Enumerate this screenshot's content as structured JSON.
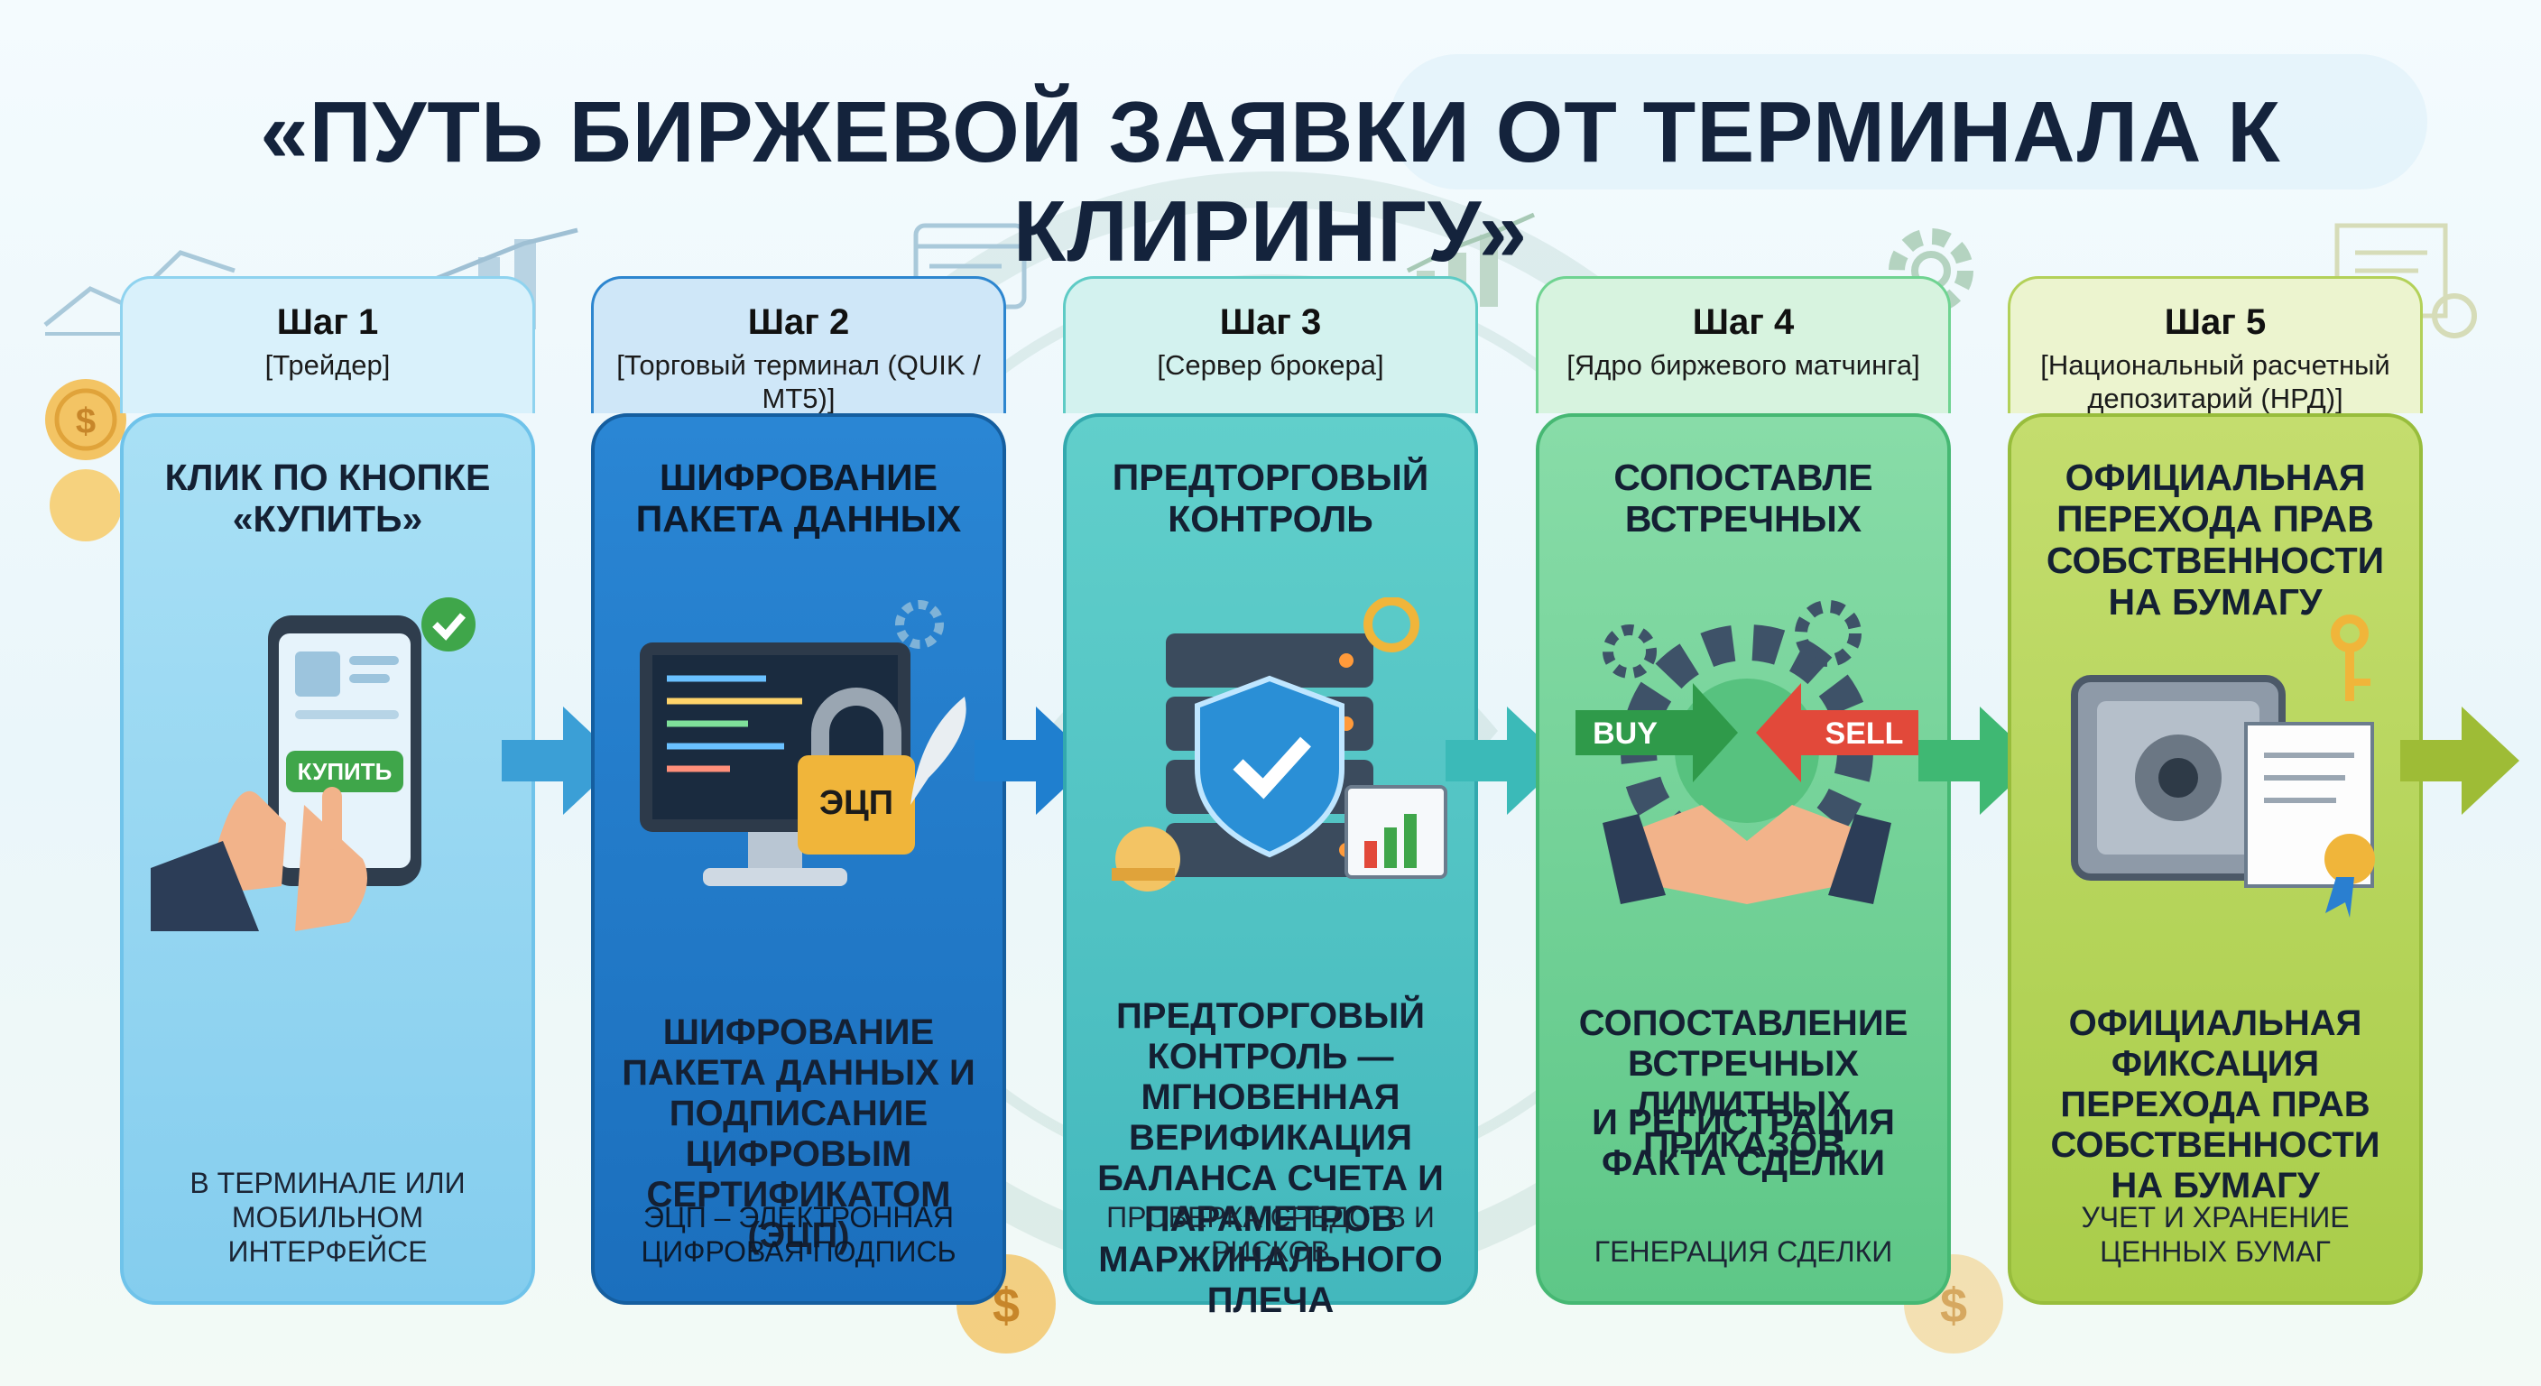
{
  "title": "«ПУТЬ БИРЖЕВОЙ ЗАЯВКИ ОТ ТЕРМИНАЛА К КЛИРИНГУ»",
  "colors": {
    "step1": "#9fdcf3",
    "step2": "#1f7fcf",
    "step3": "#52c7c4",
    "step4": "#7fd8a0",
    "step5": "#b9d65a",
    "title_text": "#14233c"
  },
  "steps": [
    {
      "number": "Шаг 1",
      "role": "[Трейдер]",
      "heading": "КЛИК ПО КНОПКЕ «КУПИТЬ»",
      "description": "",
      "note": "В ТЕРМИНАЛЕ ИЛИ МОБИЛЬНОМ ИНТЕРФЕЙСЕ",
      "icon": "phone-buy-icon",
      "button_label": "КУПИТЬ"
    },
    {
      "number": "Шаг 2",
      "role": "[Торговый терминал (QUIK / MT5)]",
      "heading": "ШИФРОВАНИЕ ПАКЕТА ДАННЫХ",
      "description": "ШИФРОВАНИЕ ПАКЕТА ДАННЫХ И ПОДПИСАНИЕ ЦИФРОВЫМ СЕРТИФИКАТОМ (ЭЦП)",
      "note": "ЭЦП – ЭЛЕКТРОННАЯ ЦИФРОВАЯ ПОДПИСЬ",
      "icon": "monitor-lock-icon",
      "badge_label": "ЭЦП"
    },
    {
      "number": "Шаг 3",
      "role": "[Сервер брокера]",
      "heading": "ПРЕДТОРГОВЫЙ КОНТРОЛЬ",
      "description": "ПРЕДТОРГОВЫЙ КОНТРОЛЬ — МГНОВЕННАЯ ВЕРИФИКАЦИЯ БАЛАНСА СЧЕТА И ПАРАМЕТРОВ МАРЖИНАЛЬНОГО ПЛЕЧА",
      "note": "ПРОВЕРКА СРЕДСТВ И РИСКОВ",
      "icon": "server-shield-icon"
    },
    {
      "number": "Шаг 4",
      "role": "[Ядро биржевого матчинга]",
      "heading": "СОПОСТАВЛЕ ВСТРЕЧНЫХ",
      "description_lines": [
        "СОПОСТАВЛЕНИЕ ВСТРЕЧНЫХ ЛИМИТНЫХ ПРИКАЗОВ",
        "И РЕГИСТРАЦИЯ ФАКТА СДЕЛКИ"
      ],
      "note": "ГЕНЕРАЦИЯ СДЕЛКИ",
      "icon": "handshake-gears-icon",
      "buy_label": "BUY",
      "sell_label": "SELL"
    },
    {
      "number": "Шаг 5",
      "role": "[Национальный расчетный депозитарий (НРД)]",
      "heading": "ОФИЦИАЛЬНАЯ ПЕРЕХОДА ПРАВ СОБСТВЕННОСТИ НА БУМАГУ",
      "description": "ОФИЦИАЛЬНАЯ ФИКСАЦИЯ ПЕРЕХОДА ПРАВ СОБСТВЕННОСТИ НА БУМАГУ",
      "note": "УЧЕТ И ХРАНЕНИЕ ЦЕННЫХ БУМАГ",
      "icon": "safe-certificate-icon"
    }
  ]
}
